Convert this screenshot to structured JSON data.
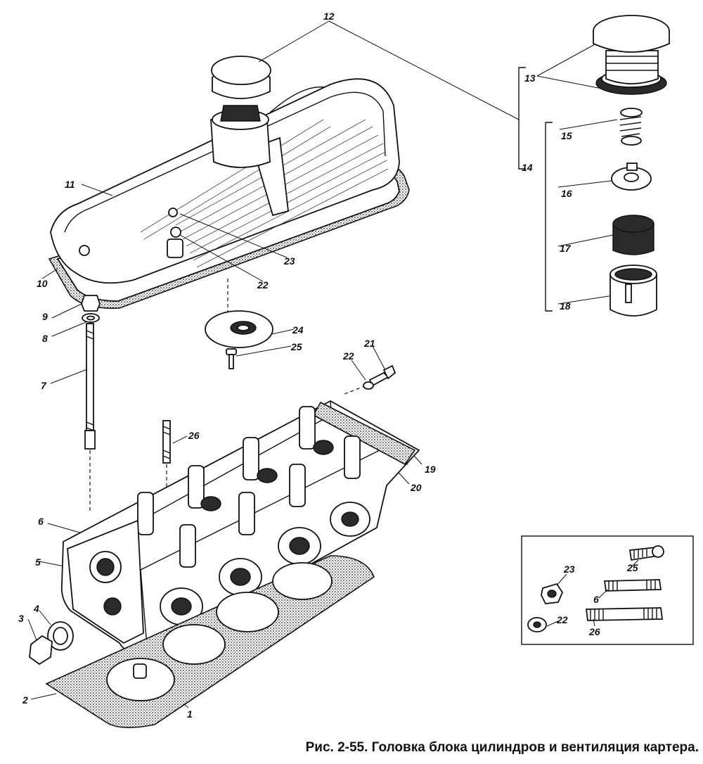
{
  "caption": "Рис. 2-55. Головка блока цилиндров и вентиляция картера.",
  "callouts": {
    "c1": "1",
    "c2": "2",
    "c3": "3",
    "c4": "4",
    "c5": "5",
    "c6": "6",
    "c7": "7",
    "c8": "8",
    "c9": "9",
    "c10": "10",
    "c11": "11",
    "c12": "12",
    "c13": "13",
    "c14": "14",
    "c15": "15",
    "c16": "16",
    "c17": "17",
    "c18": "18",
    "c19": "19",
    "c20": "20",
    "c21": "21",
    "c22a": "22",
    "c22b": "22",
    "c23": "23",
    "c24": "24",
    "c25": "25",
    "c26": "26",
    "inset23": "23",
    "inset25": "25",
    "inset6": "6",
    "inset22": "22",
    "inset26": "26"
  }
}
